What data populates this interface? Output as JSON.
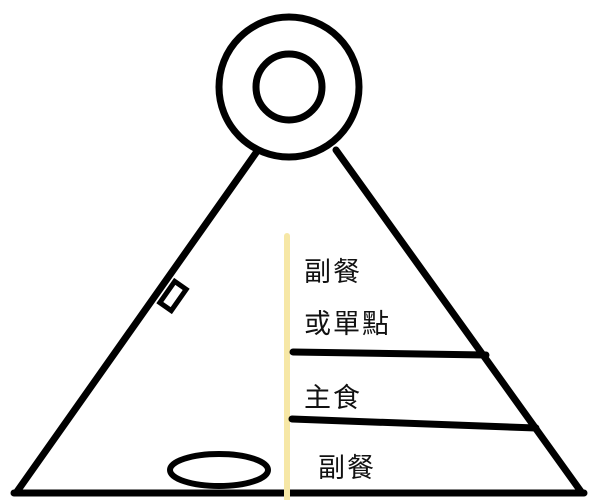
{
  "labels": {
    "top_line1": "副餐",
    "top_line2": "或單點",
    "middle": "主食",
    "bottom": "副餐"
  },
  "colors": {
    "stroke": "#000000",
    "divider": "#f6e7a6",
    "background": "#ffffff"
  },
  "icons": [
    "circle-ring-icon",
    "small-rectangle-icon",
    "oval-icon"
  ]
}
